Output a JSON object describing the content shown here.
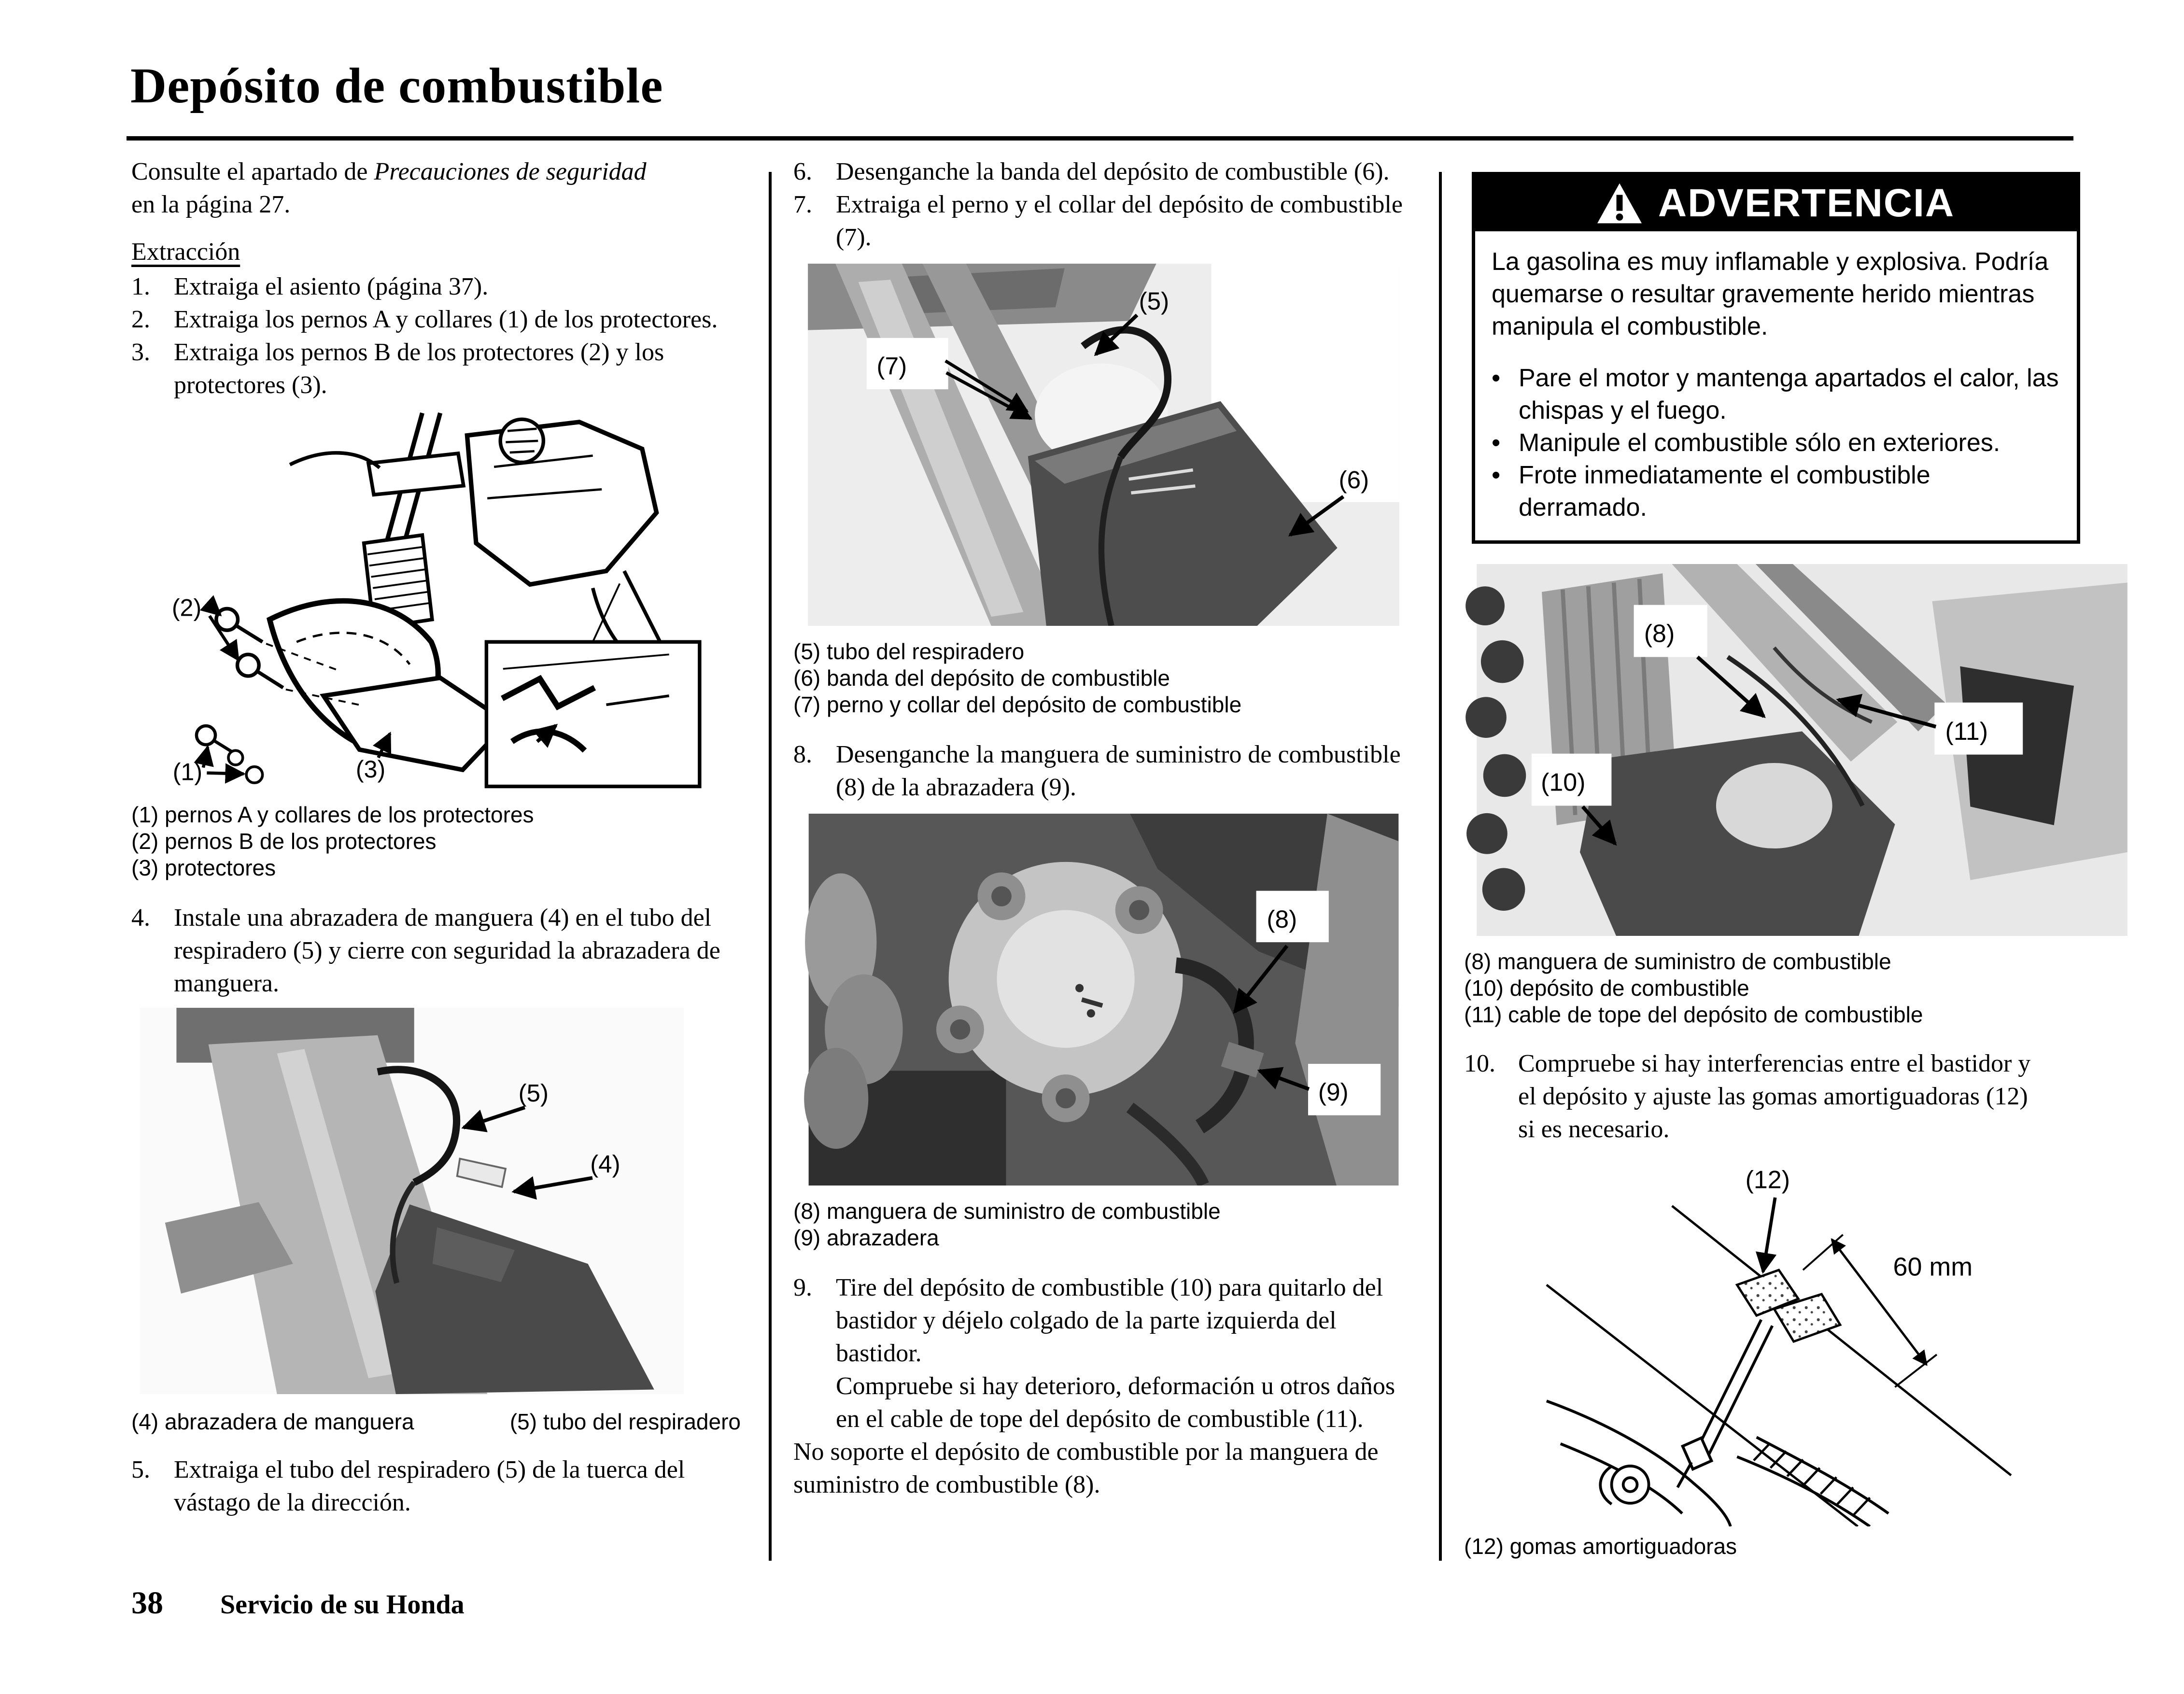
{
  "page": {
    "title": "Depósito de combustible",
    "footer_number": "38",
    "footer_label": "Servicio de su Honda"
  },
  "col1": {
    "intro_pre": "Consulte el apartado de ",
    "intro_italic": "Precauciones de seguridad",
    "intro_post": "en la página 27.",
    "section_heading": "Extracción",
    "steps": [
      {
        "num": "1.",
        "text": "Extraiga el asiento (página 37)."
      },
      {
        "num": "2.",
        "text": "Extraiga los pernos A y collares (1) de los protectores."
      },
      {
        "num": "3.",
        "text": "Extraiga los pernos B de los protectores (2) y los protectores (3)."
      }
    ],
    "fig1_callouts": {
      "c1": "(1)",
      "c2": "(2)",
      "c3": "(3)"
    },
    "fig1_captions": [
      "(1) pernos A y collares de los protectores",
      "(2) pernos B de los protectores",
      "(3) protectores"
    ],
    "step4": {
      "num": "4.",
      "text": "Instale una abrazadera de manguera (4) en el tubo del respiradero (5) y cierre con seguridad la abrazadera de manguera."
    },
    "fig2_callouts": {
      "c4": "(4)",
      "c5": "(5)"
    },
    "fig2_captions": [
      "(4) abrazadera de manguera",
      "(5) tubo del respiradero"
    ],
    "step5": {
      "num": "5.",
      "text": "Extraiga el tubo del respiradero (5) de la tuerca del vástago de la dirección."
    }
  },
  "col2": {
    "steps": [
      {
        "num": "6.",
        "text": "Desenganche la banda del depósito de combustible (6)."
      },
      {
        "num": "7.",
        "text": "Extraiga el perno y el collar del depósito de combustible (7)."
      }
    ],
    "fig3_callouts": {
      "c5": "(5)",
      "c6": "(6)",
      "c7": "(7)"
    },
    "fig3_captions": [
      "(5) tubo del respiradero",
      "(6) banda del depósito de combustible",
      "(7) perno y collar del depósito de combustible"
    ],
    "step8": {
      "num": "8.",
      "text": "Desenganche la manguera de suministro de combustible (8) de la abrazadera (9)."
    },
    "fig4_callouts": {
      "c8": "(8)",
      "c9": "(9)"
    },
    "fig4_captions": [
      "(8) manguera de suministro de combustible",
      "(9) abrazadera"
    ],
    "step9": {
      "num": "9.",
      "text1": "Tire del depósito de combustible (10) para quitarlo del bastidor y déjelo colgado de la parte izquierda del bastidor.",
      "text2": "Compruebe si hay deterioro, deformación u otros daños en el cable de tope del depósito de combustible (11)."
    },
    "note": "No soporte el depósito de combustible por la manguera de suministro de combustible (8)."
  },
  "col3": {
    "warning": {
      "title": "ADVERTENCIA",
      "bullet_marker": "•",
      "intro": "La gasolina es muy inflamable y explosiva. Podría quemarse o resultar gravemente herido mientras manipula el combustible.",
      "bullets": [
        "Pare el motor y mantenga apartados el calor, las chispas y el fuego.",
        "Manipule el combustible sólo en exteriores.",
        "Frote inmediatamente el combustible derramado."
      ]
    },
    "fig5_callouts": {
      "c8": "(8)",
      "c10": "(10)",
      "c11": "(11)"
    },
    "fig5_captions": [
      "(8) manguera de suministro de combustible",
      "(10) depósito de combustible",
      "(11) cable de tope del depósito de combustible"
    ],
    "step10": {
      "num": "10.",
      "text": "Compruebe si hay interferencias entre el bastidor y el depósito y ajuste las gomas amortiguadoras (12) si es necesario."
    },
    "fig6": {
      "callout": "(12)",
      "dimension": "60 mm",
      "caption": "(12) gomas amortiguadoras"
    }
  }
}
